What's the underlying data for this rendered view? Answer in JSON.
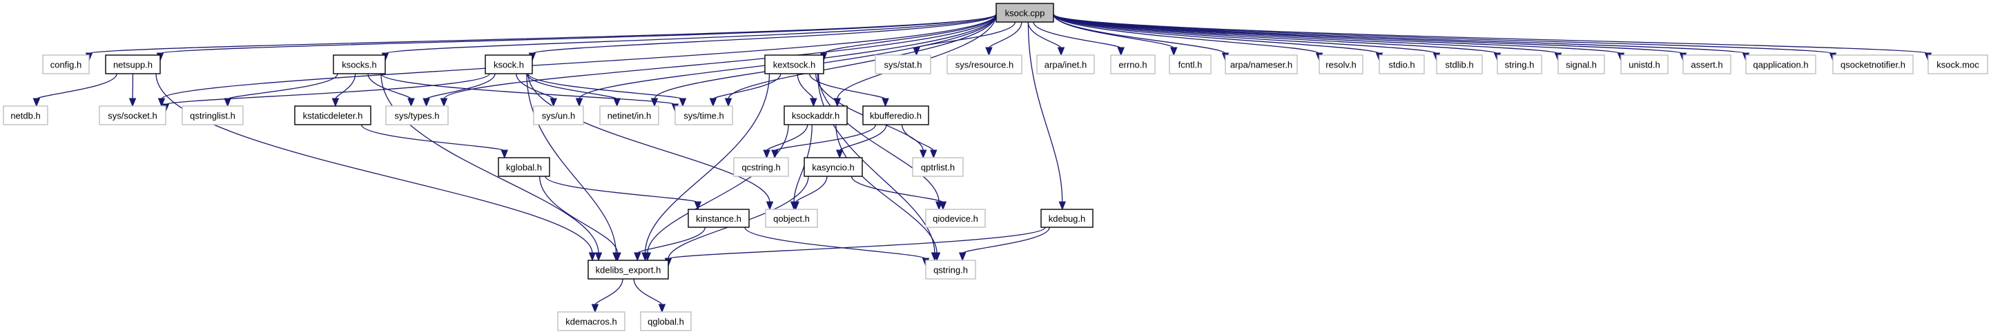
{
  "diagram": {
    "title": "ksock.cpp include dependency graph",
    "colors": {
      "edge": "#191970",
      "external_border": "#bfbfbf",
      "documented_border": "#000000",
      "root_fill": "#bfbfbf"
    },
    "nodes": [
      {
        "id": "ksock_cpp",
        "label": "ksock.cpp",
        "kind": "root"
      },
      {
        "id": "config_h",
        "label": "config.h",
        "kind": "ext"
      },
      {
        "id": "netsupp_h",
        "label": "netsupp.h",
        "kind": "doc"
      },
      {
        "id": "ksocks_h",
        "label": "ksocks.h",
        "kind": "doc"
      },
      {
        "id": "ksock_h",
        "label": "ksock.h",
        "kind": "doc"
      },
      {
        "id": "kextsock_h",
        "label": "kextsock.h",
        "kind": "doc"
      },
      {
        "id": "sys_stat_h",
        "label": "sys/stat.h",
        "kind": "ext"
      },
      {
        "id": "sys_resource_h",
        "label": "sys/resource.h",
        "kind": "ext"
      },
      {
        "id": "arpa_inet_h",
        "label": "arpa/inet.h",
        "kind": "ext"
      },
      {
        "id": "errno_h",
        "label": "errno.h",
        "kind": "ext"
      },
      {
        "id": "fcntl_h",
        "label": "fcntl.h",
        "kind": "ext"
      },
      {
        "id": "arpa_nameser_h",
        "label": "arpa/nameser.h",
        "kind": "ext"
      },
      {
        "id": "resolv_h",
        "label": "resolv.h",
        "kind": "ext"
      },
      {
        "id": "stdio_h",
        "label": "stdio.h",
        "kind": "ext"
      },
      {
        "id": "stdlib_h",
        "label": "stdlib.h",
        "kind": "ext"
      },
      {
        "id": "string_h",
        "label": "string.h",
        "kind": "ext"
      },
      {
        "id": "signal_h",
        "label": "signal.h",
        "kind": "ext"
      },
      {
        "id": "unistd_h",
        "label": "unistd.h",
        "kind": "ext"
      },
      {
        "id": "assert_h",
        "label": "assert.h",
        "kind": "ext"
      },
      {
        "id": "qapplication_h",
        "label": "qapplication.h",
        "kind": "ext"
      },
      {
        "id": "qsocketnotifier_h",
        "label": "qsocketnotifier.h",
        "kind": "ext"
      },
      {
        "id": "ksock_moc",
        "label": "ksock.moc",
        "kind": "ext"
      },
      {
        "id": "netdb_h",
        "label": "netdb.h",
        "kind": "ext"
      },
      {
        "id": "sys_socket_h",
        "label": "sys/socket.h",
        "kind": "ext"
      },
      {
        "id": "qstringlist_h",
        "label": "qstringlist.h",
        "kind": "ext"
      },
      {
        "id": "kstaticdeleter_h",
        "label": "kstaticdeleter.h",
        "kind": "doc"
      },
      {
        "id": "sys_types_h",
        "label": "sys/types.h",
        "kind": "ext"
      },
      {
        "id": "sys_un_h",
        "label": "sys/un.h",
        "kind": "ext"
      },
      {
        "id": "netinet_in_h",
        "label": "netinet/in.h",
        "kind": "ext"
      },
      {
        "id": "sys_time_h",
        "label": "sys/time.h",
        "kind": "ext"
      },
      {
        "id": "ksockaddr_h",
        "label": "ksockaddr.h",
        "kind": "doc"
      },
      {
        "id": "kbufferedio_h",
        "label": "kbufferedio.h",
        "kind": "doc"
      },
      {
        "id": "kglobal_h",
        "label": "kglobal.h",
        "kind": "doc"
      },
      {
        "id": "qcstring_h",
        "label": "qcstring.h",
        "kind": "ext"
      },
      {
        "id": "kasyncio_h",
        "label": "kasyncio.h",
        "kind": "doc"
      },
      {
        "id": "qptrlist_h",
        "label": "qptrlist.h",
        "kind": "ext"
      },
      {
        "id": "kinstance_h",
        "label": "kinstance.h",
        "kind": "doc"
      },
      {
        "id": "qobject_h",
        "label": "qobject.h",
        "kind": "ext"
      },
      {
        "id": "qiodevice_h",
        "label": "qiodevice.h",
        "kind": "ext"
      },
      {
        "id": "kdebug_h",
        "label": "kdebug.h",
        "kind": "doc"
      },
      {
        "id": "kdelibs_export_h",
        "label": "kdelibs_export.h",
        "kind": "doc"
      },
      {
        "id": "qstring_h",
        "label": "qstring.h",
        "kind": "ext"
      },
      {
        "id": "kdemacros_h",
        "label": "kdemacros.h",
        "kind": "ext"
      },
      {
        "id": "qglobal_h",
        "label": "qglobal.h",
        "kind": "ext"
      }
    ],
    "edges": [
      [
        "ksock_cpp",
        "config_h"
      ],
      [
        "ksock_cpp",
        "netsupp_h"
      ],
      [
        "ksock_cpp",
        "ksocks_h"
      ],
      [
        "ksock_cpp",
        "ksock_h"
      ],
      [
        "ksock_cpp",
        "kextsock_h"
      ],
      [
        "ksock_cpp",
        "sys_stat_h"
      ],
      [
        "ksock_cpp",
        "sys_resource_h"
      ],
      [
        "ksock_cpp",
        "arpa_inet_h"
      ],
      [
        "ksock_cpp",
        "errno_h"
      ],
      [
        "ksock_cpp",
        "fcntl_h"
      ],
      [
        "ksock_cpp",
        "arpa_nameser_h"
      ],
      [
        "ksock_cpp",
        "resolv_h"
      ],
      [
        "ksock_cpp",
        "stdio_h"
      ],
      [
        "ksock_cpp",
        "stdlib_h"
      ],
      [
        "ksock_cpp",
        "string_h"
      ],
      [
        "ksock_cpp",
        "signal_h"
      ],
      [
        "ksock_cpp",
        "unistd_h"
      ],
      [
        "ksock_cpp",
        "assert_h"
      ],
      [
        "ksock_cpp",
        "qapplication_h"
      ],
      [
        "ksock_cpp",
        "qsocketnotifier_h"
      ],
      [
        "ksock_cpp",
        "ksock_moc"
      ],
      [
        "ksock_cpp",
        "sys_socket_h"
      ],
      [
        "ksock_cpp",
        "sys_types_h"
      ],
      [
        "ksock_cpp",
        "sys_un_h"
      ],
      [
        "ksock_cpp",
        "netinet_in_h"
      ],
      [
        "ksock_cpp",
        "sys_time_h"
      ],
      [
        "ksock_cpp",
        "ksockaddr_h"
      ],
      [
        "ksock_cpp",
        "kdebug_h"
      ],
      [
        "netsupp_h",
        "netdb_h"
      ],
      [
        "netsupp_h",
        "sys_socket_h"
      ],
      [
        "netsupp_h",
        "kdelibs_export_h"
      ],
      [
        "ksocks_h",
        "qstringlist_h"
      ],
      [
        "ksocks_h",
        "kstaticdeleter_h"
      ],
      [
        "ksocks_h",
        "sys_types_h"
      ],
      [
        "ksocks_h",
        "sys_time_h"
      ],
      [
        "ksocks_h",
        "kdelibs_export_h"
      ],
      [
        "ksock_h",
        "sys_socket_h"
      ],
      [
        "ksock_h",
        "sys_types_h"
      ],
      [
        "ksock_h",
        "sys_un_h"
      ],
      [
        "ksock_h",
        "netinet_in_h"
      ],
      [
        "ksock_h",
        "qobject_h"
      ],
      [
        "ksock_h",
        "kdelibs_export_h"
      ],
      [
        "ksock_h",
        "sys_time_h"
      ],
      [
        "kstaticdeleter_h",
        "kglobal_h"
      ],
      [
        "kglobal_h",
        "kinstance_h"
      ],
      [
        "kglobal_h",
        "kdelibs_export_h"
      ],
      [
        "kextsock_h",
        "sys_time_h"
      ],
      [
        "kextsock_h",
        "ksockaddr_h"
      ],
      [
        "kextsock_h",
        "kbufferedio_h"
      ],
      [
        "kextsock_h",
        "qptrlist_h"
      ],
      [
        "kextsock_h",
        "qiodevice_h"
      ],
      [
        "kextsock_h",
        "qstring_h"
      ],
      [
        "kextsock_h",
        "kdelibs_export_h"
      ],
      [
        "ksockaddr_h",
        "qcstring_h"
      ],
      [
        "ksockaddr_h",
        "qobject_h"
      ],
      [
        "ksockaddr_h",
        "qstring_h"
      ],
      [
        "ksockaddr_h",
        "kdelibs_export_h"
      ],
      [
        "kbufferedio_h",
        "qcstring_h"
      ],
      [
        "kbufferedio_h",
        "kasyncio_h"
      ],
      [
        "kbufferedio_h",
        "qptrlist_h"
      ],
      [
        "kasyncio_h",
        "qobject_h"
      ],
      [
        "kasyncio_h",
        "qiodevice_h"
      ],
      [
        "kasyncio_h",
        "kdelibs_export_h"
      ],
      [
        "kinstance_h",
        "kdelibs_export_h"
      ],
      [
        "kinstance_h",
        "qstring_h"
      ],
      [
        "kdebug_h",
        "kdelibs_export_h"
      ],
      [
        "kdebug_h",
        "qstring_h"
      ],
      [
        "kdelibs_export_h",
        "kdemacros_h"
      ],
      [
        "kdelibs_export_h",
        "qglobal_h"
      ]
    ]
  }
}
